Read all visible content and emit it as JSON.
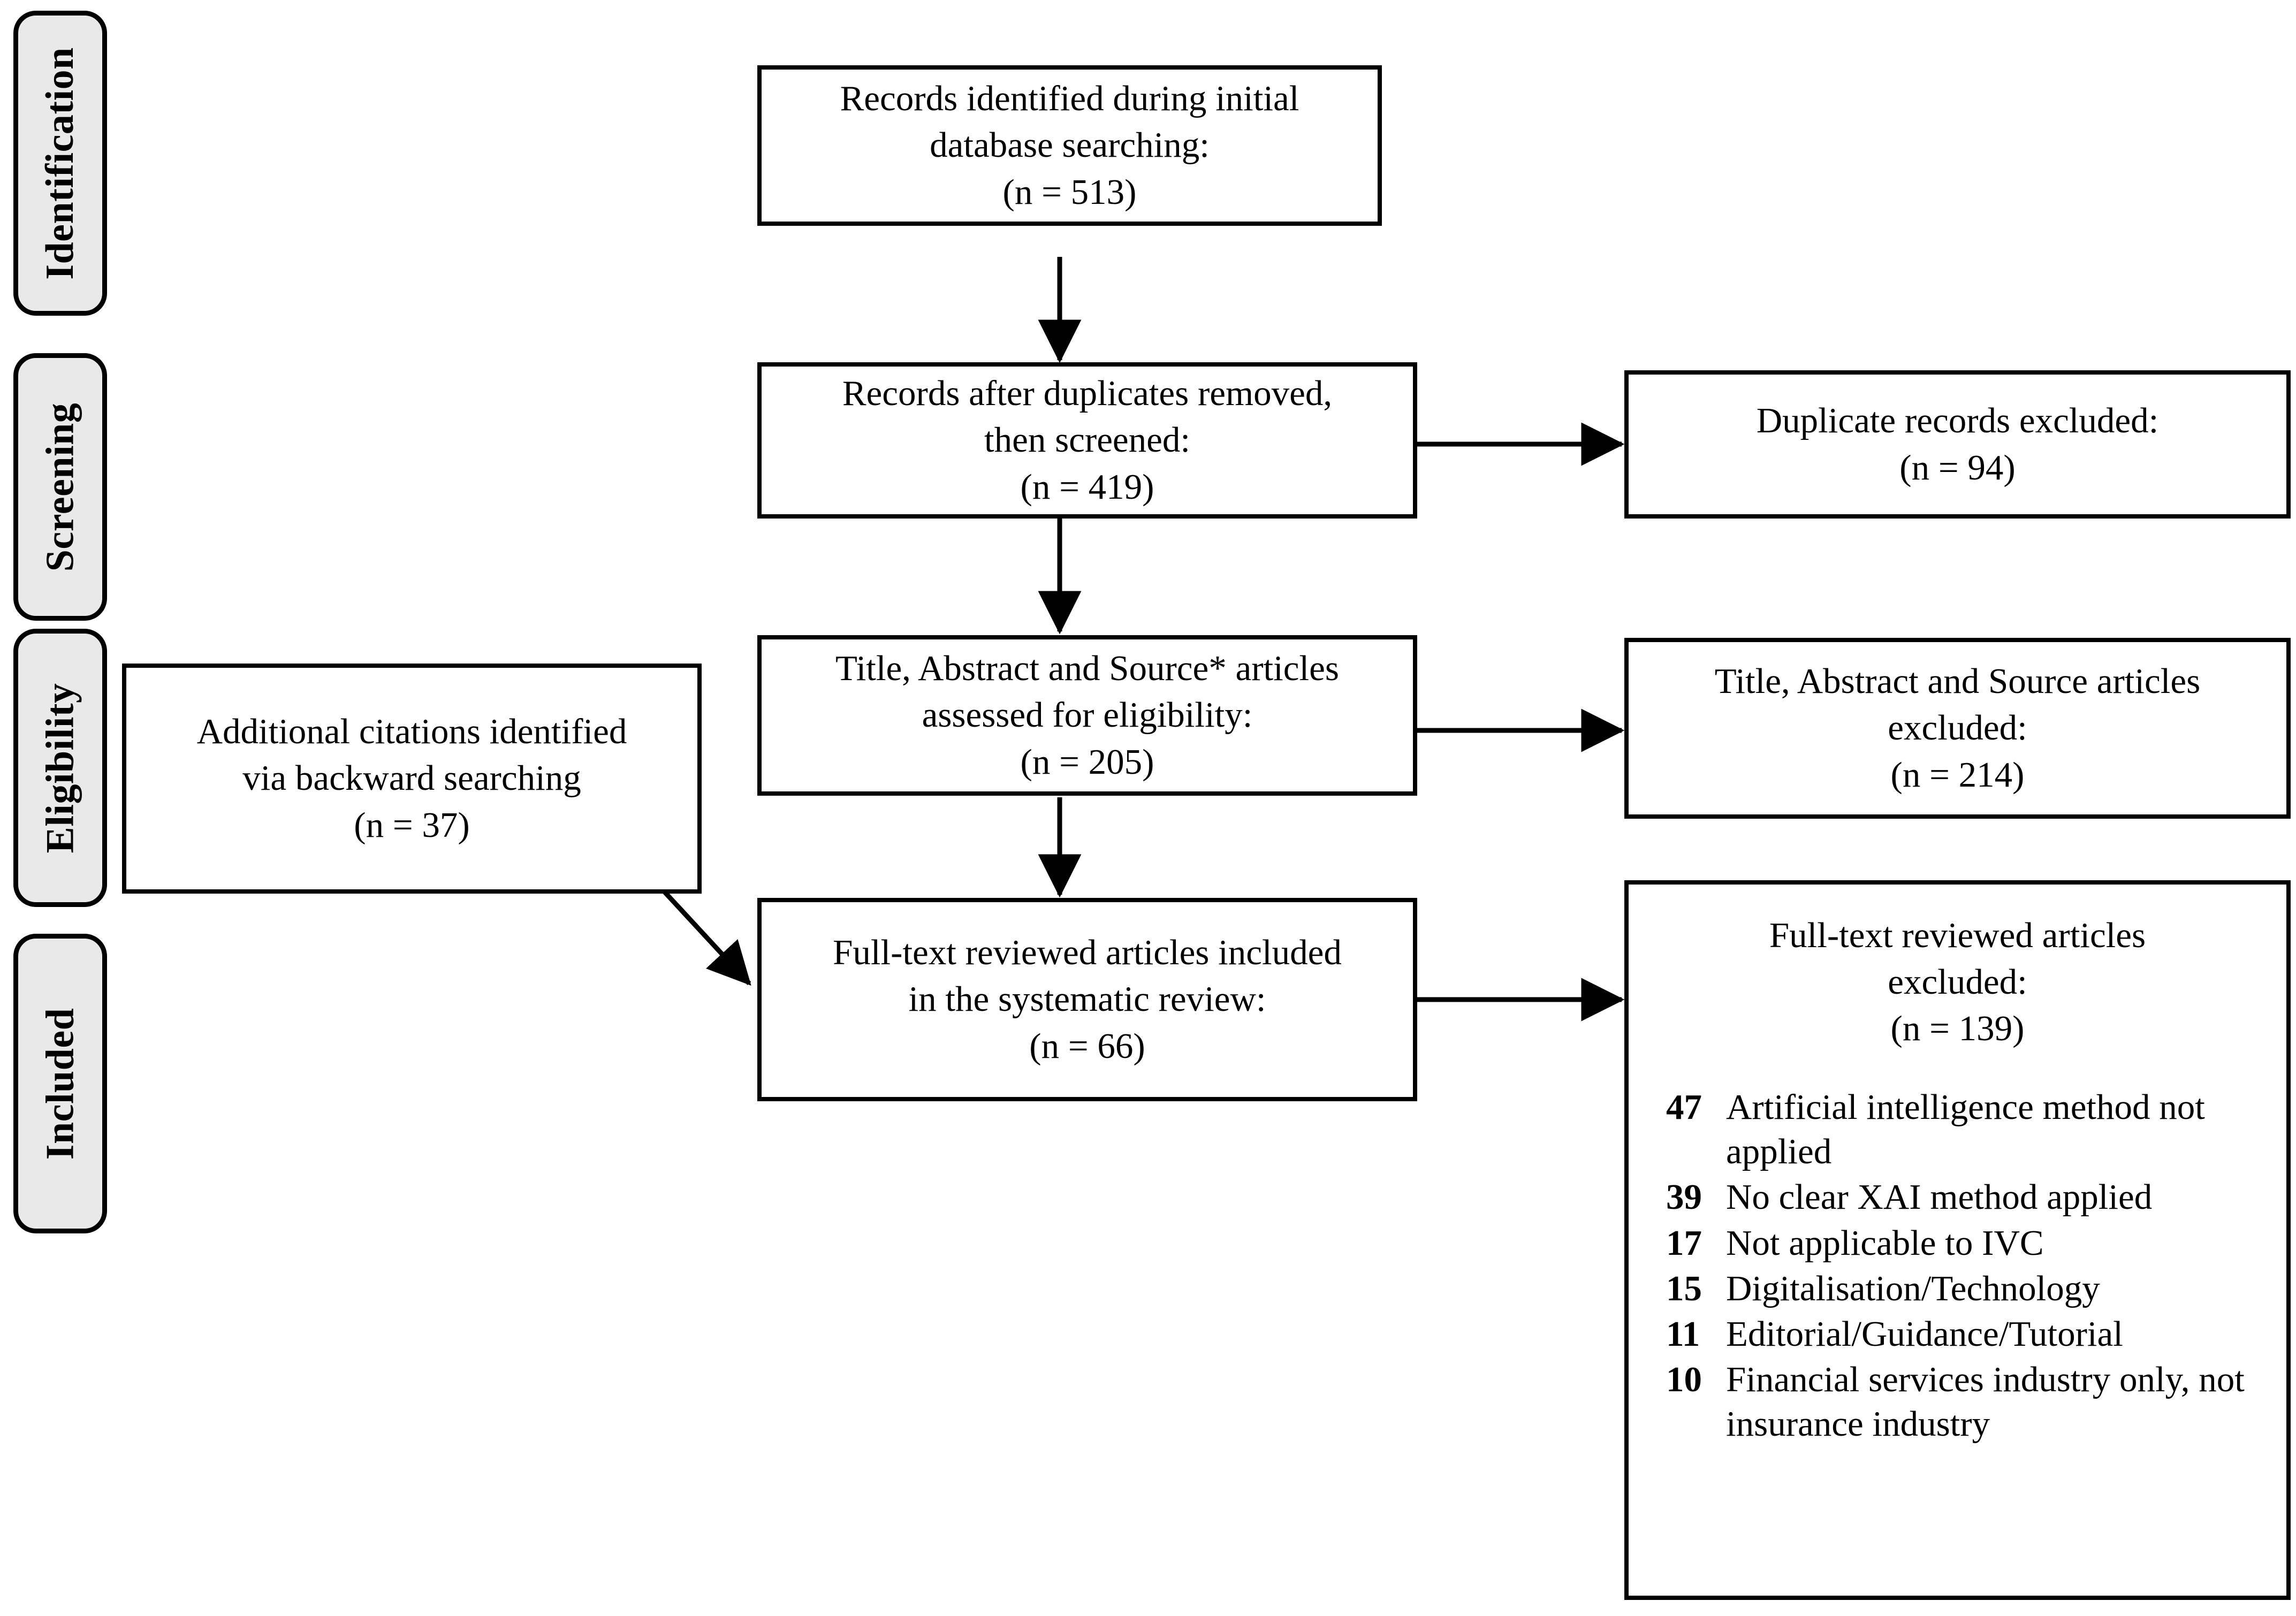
{
  "diagram": {
    "type": "prisma-flow-diagram",
    "stages": [
      {
        "id": "identification",
        "label": "Identification"
      },
      {
        "id": "screening",
        "label": "Screening"
      },
      {
        "id": "eligibility",
        "label": "Eligibility"
      },
      {
        "id": "included",
        "label": "Included"
      }
    ],
    "boxes": {
      "records_identified": {
        "line1": "Records identified during initial",
        "line2": "database searching:",
        "line3": "(n = 513)",
        "n": 513
      },
      "records_after_duplicates": {
        "line1": "Records after duplicates removed,",
        "line2": "then screened:",
        "line3": "(n = 419)",
        "n": 419
      },
      "duplicates_excluded": {
        "line1": "Duplicate records excluded:",
        "line2": "(n = 94)",
        "n": 94
      },
      "additional_citations": {
        "line1": "Additional citations identified",
        "line2": "via backward searching",
        "line3": "(n = 37)",
        "n": 37
      },
      "assessed_eligibility": {
        "line1": "Title, Abstract and Source* articles",
        "line2": "assessed for eligibility:",
        "line3": "(n = 205)",
        "n": 205
      },
      "title_abstract_excluded": {
        "line1": "Title, Abstract and Source articles",
        "line2": "excluded:",
        "line3": "(n = 214)",
        "n": 214
      },
      "fulltext_included": {
        "line1": "Full-text reviewed articles included",
        "line2": "in the systematic review:",
        "line3": "(n = 66)",
        "n": 66
      },
      "fulltext_excluded": {
        "line1": "Full-text reviewed articles",
        "line2": "excluded:",
        "line3": "(n = 139)",
        "n": 139,
        "reasons": [
          {
            "count": "47",
            "text": "Artificial intelligence method not applied"
          },
          {
            "count": "39",
            "text": "No clear XAI method applied"
          },
          {
            "count": "17",
            "text": "Not applicable to IVC"
          },
          {
            "count": "15",
            "text": "Digitalisation/Technology"
          },
          {
            "count": "11",
            "text": "Editorial/Guidance/Tutorial"
          },
          {
            "count": "10",
            "text": "Financial services industry only, not insurance industry"
          }
        ]
      }
    },
    "colors": {
      "stroke": "#000000",
      "box_fill": "#ffffff",
      "stage_fill": "#e9e9e9",
      "text": "#000000"
    }
  }
}
